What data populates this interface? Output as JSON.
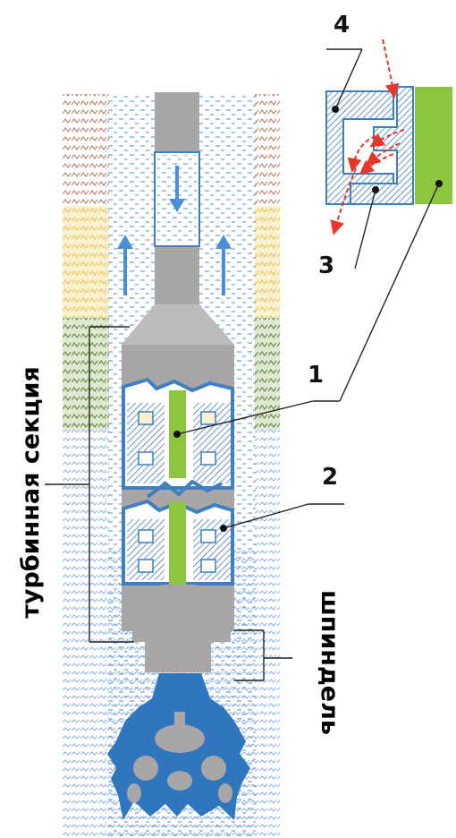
{
  "labels": {
    "turbine_section": "турбинная секция",
    "spindle": "шпиндель",
    "n1": "1",
    "n2": "2",
    "n3": "3",
    "n4": "4"
  },
  "colors": {
    "drill_gray": "#a8a6a6",
    "rotor_green": "#8cc63f",
    "stator_blue": "#3f7fc1",
    "fluid_blue": "#6b9fd6",
    "flow_red": "#e8352c",
    "rock_brown": "#b98a74",
    "rock_yellow": "#f0d88a",
    "rock_olive": "#7a9a56"
  },
  "icons": {
    "flow_down": "arrow-down-icon",
    "flow_up": "arrow-up-icon",
    "bit": "drill-bit-icon"
  }
}
